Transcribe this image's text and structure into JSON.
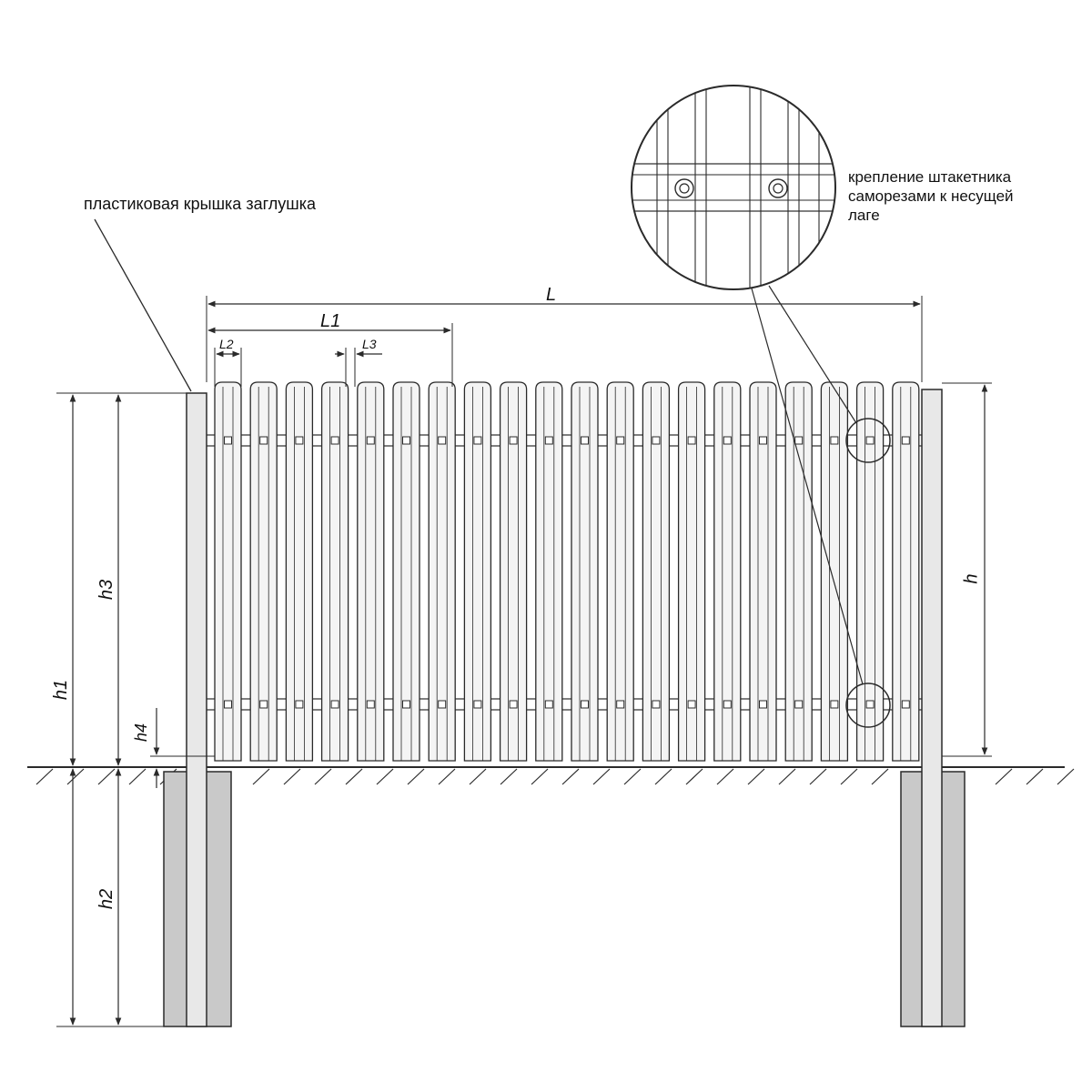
{
  "labels": {
    "plastic_cap": "пластиковая крышка заглушка",
    "fastening_line1": "крепление штакетника",
    "fastening_line2": "саморезами к несущей",
    "fastening_line3": "лаге"
  },
  "dimensions": {
    "L": "L",
    "L1": "L1",
    "L2": "L2",
    "L3": "L3",
    "h": "h",
    "h1": "h1",
    "h2": "h2",
    "h3": "h3",
    "h4": "h4"
  },
  "colors": {
    "line": "#2a2a2a",
    "picket_fill": "#f4f4f4",
    "post_fill": "#e8e8e8",
    "concrete_fill": "#c9c9c9",
    "background": "#ffffff"
  },
  "fence": {
    "picket_count": 20
  }
}
